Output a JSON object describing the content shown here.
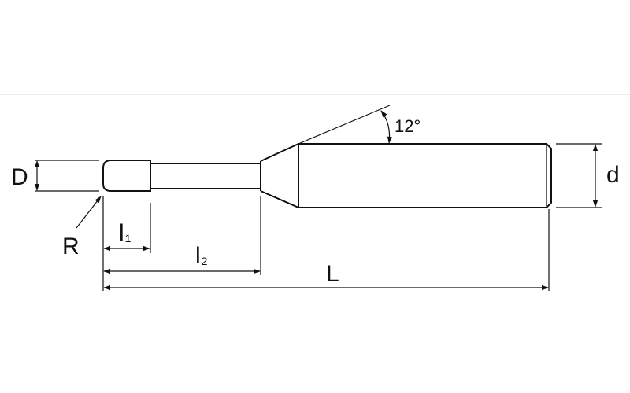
{
  "labels": {
    "D": "D",
    "R": "R",
    "l1_main": "l",
    "l1_sub": "1",
    "l2_main": "l",
    "l2_sub": "2",
    "L": "L",
    "d": "d",
    "angle": "12°"
  },
  "colors": {
    "line": "#111111",
    "background": "#ffffff",
    "top_rule": "#d8d8d8"
  }
}
